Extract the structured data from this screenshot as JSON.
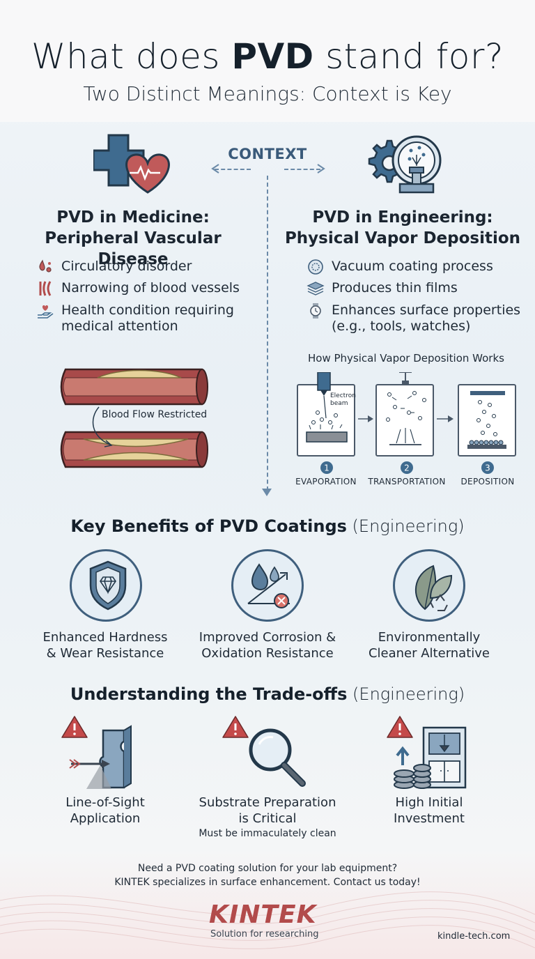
{
  "header": {
    "title_pre": "What does ",
    "title_bold": "PVD",
    "title_post": " stand for?",
    "subtitle": "Two Distinct Meanings: Context is Key"
  },
  "context_label": "CONTEXT",
  "medicine": {
    "title_line1": "PVD in Medicine:",
    "title_line2": "Peripheral Vascular Disease",
    "bullets": [
      {
        "icon": "blood-drop-icon",
        "text": "Circulatory disorder"
      },
      {
        "icon": "narrowed-vessel-icon",
        "text": "Narrowing of blood vessels"
      },
      {
        "icon": "hand-heart-icon",
        "text": "Health condition requiring medical attention"
      }
    ],
    "diagram_label": "Blood Flow Restricted"
  },
  "engineering": {
    "title_line1": "PVD in Engineering:",
    "title_line2": "Physical Vapor Deposition",
    "bullets": [
      {
        "icon": "vacuum-chamber-icon",
        "text": "Vacuum coating process"
      },
      {
        "icon": "layers-icon",
        "text": "Produces thin films"
      },
      {
        "icon": "watch-icon",
        "text": "Enhances surface properties (e.g., tools, watches)"
      }
    ],
    "process_title": "How Physical Vapor Deposition Works",
    "electron_beam_label_1": "Electron",
    "electron_beam_label_2": "beam",
    "steps": [
      {
        "num": "1",
        "label": "EVAPORATION"
      },
      {
        "num": "2",
        "label": "TRANSPORTATION"
      },
      {
        "num": "3",
        "label": "DEPOSITION"
      }
    ]
  },
  "benefits": {
    "title_bold": "Key Benefits of PVD Coatings",
    "title_light": " (Engineering)",
    "items": [
      {
        "icon": "shield-diamond-icon",
        "line1": "Enhanced Hardness",
        "line2": "& Wear Resistance"
      },
      {
        "icon": "corrosion-drop-icon",
        "line1": "Improved Corrosion &",
        "line2": "Oxidation Resistance"
      },
      {
        "icon": "leaf-recycle-icon",
        "line1": "Environmentally",
        "line2": "Cleaner Alternative"
      }
    ]
  },
  "tradeoffs": {
    "title_bold": "Understanding the Trade-offs",
    "title_light": " (Engineering)",
    "items": [
      {
        "icon": "line-of-sight-icon",
        "line1": "Line-of-Sight",
        "line2": "Application",
        "note": ""
      },
      {
        "icon": "magnifier-icon",
        "line1": "Substrate Preparation",
        "line2": "is Critical",
        "note": "Must be immaculately clean"
      },
      {
        "icon": "investment-machine-icon",
        "line1": "High Initial",
        "line2": "Investment",
        "note": ""
      }
    ]
  },
  "footer": {
    "cta_line1": "Need a PVD coating solution for your lab equipment?",
    "cta_line2": "KINTEK specializes in surface enhancement. Contact us today!",
    "brand": "KINTEK",
    "tagline": "Solution for researching",
    "website": "kindle-tech.com"
  },
  "colors": {
    "accent_blue": "#3f5f7d",
    "accent_red": "#b24b4b",
    "warning_red": "#c44a4a"
  }
}
